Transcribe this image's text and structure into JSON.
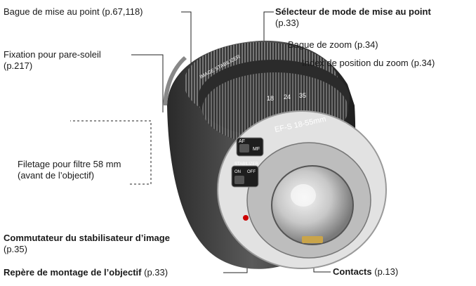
{
  "labels": {
    "focus_ring": "Bague de mise au point (p.67,118)",
    "af_mf_switch": "Sélecteur de mode de mise au point",
    "af_mf_switch_page": "(p.33)",
    "zoom_ring": "Bague de zoom (p.34)",
    "zoom_index": "Index de position du zoom (p.34)",
    "hood_mount": "Fixation pour pare-soleil",
    "hood_mount_page": "(p.217)",
    "filter_thread": "Filetage pour filtre 58 mm",
    "filter_thread_sub": "(avant de l’objectif)",
    "stabilizer_switch": "Commutateur du stabilisateur d’image",
    "stabilizer_switch_page": "(p.35)",
    "mount_index": "Repère de montage de l’objectif",
    "mount_index_page": "(p.33)",
    "contacts": "Contacts",
    "contacts_page": "(p.13)"
  },
  "lens_markings": {
    "model": "EF-S 18-55mm",
    "zoom_scale": [
      "18",
      "24",
      "35"
    ],
    "af": "AF",
    "mf": "MF",
    "stabilizer": "STABILIZER",
    "on": "ON",
    "off": "OFF",
    "barrel_text": "IMAGE STABILIZER"
  }
}
